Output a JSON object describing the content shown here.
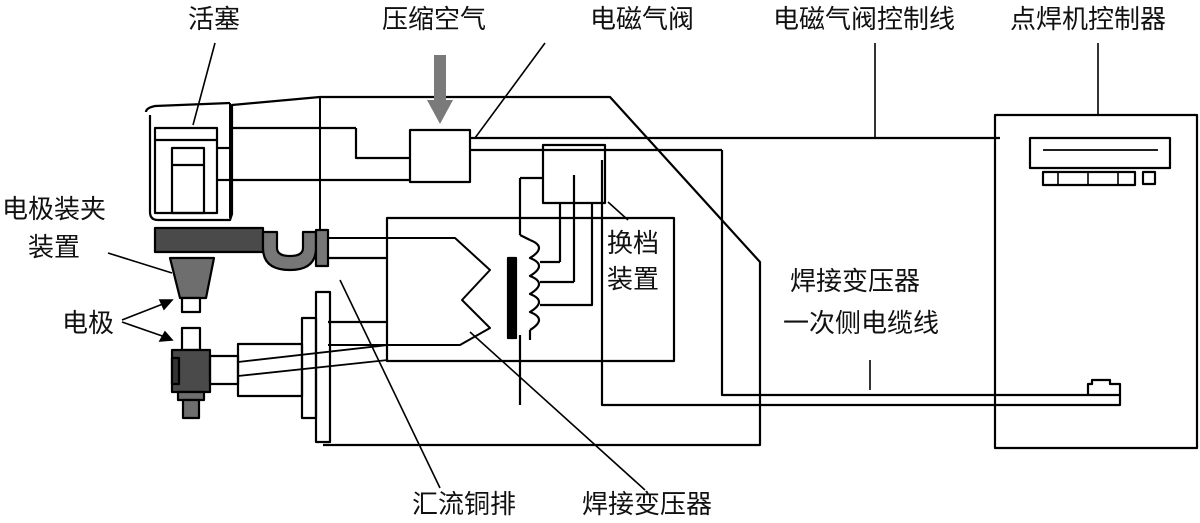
{
  "labels": {
    "piston": "活塞",
    "compressed_air": "压缩空气",
    "solenoid_valve": "电磁气阀",
    "valve_control_line": "电磁气阀控制线",
    "spot_welder_controller": "点焊机控制器",
    "electrode_clamp_line1": "电极装夹",
    "electrode_clamp_line2": "装置",
    "electrode": "电极",
    "tap_changer_line1": "换档",
    "tap_changer_line2": "装置",
    "primary_cable_line1": "焊接变压器",
    "primary_cable_line2": "一次侧电缆线",
    "busbar": "汇流铜排",
    "welding_transformer": "焊接变压器"
  },
  "colors": {
    "line": "#000000",
    "dark_part": "#4a4a4a",
    "mid_part": "#6e6e6e",
    "arrow": "#7a7a7a"
  }
}
